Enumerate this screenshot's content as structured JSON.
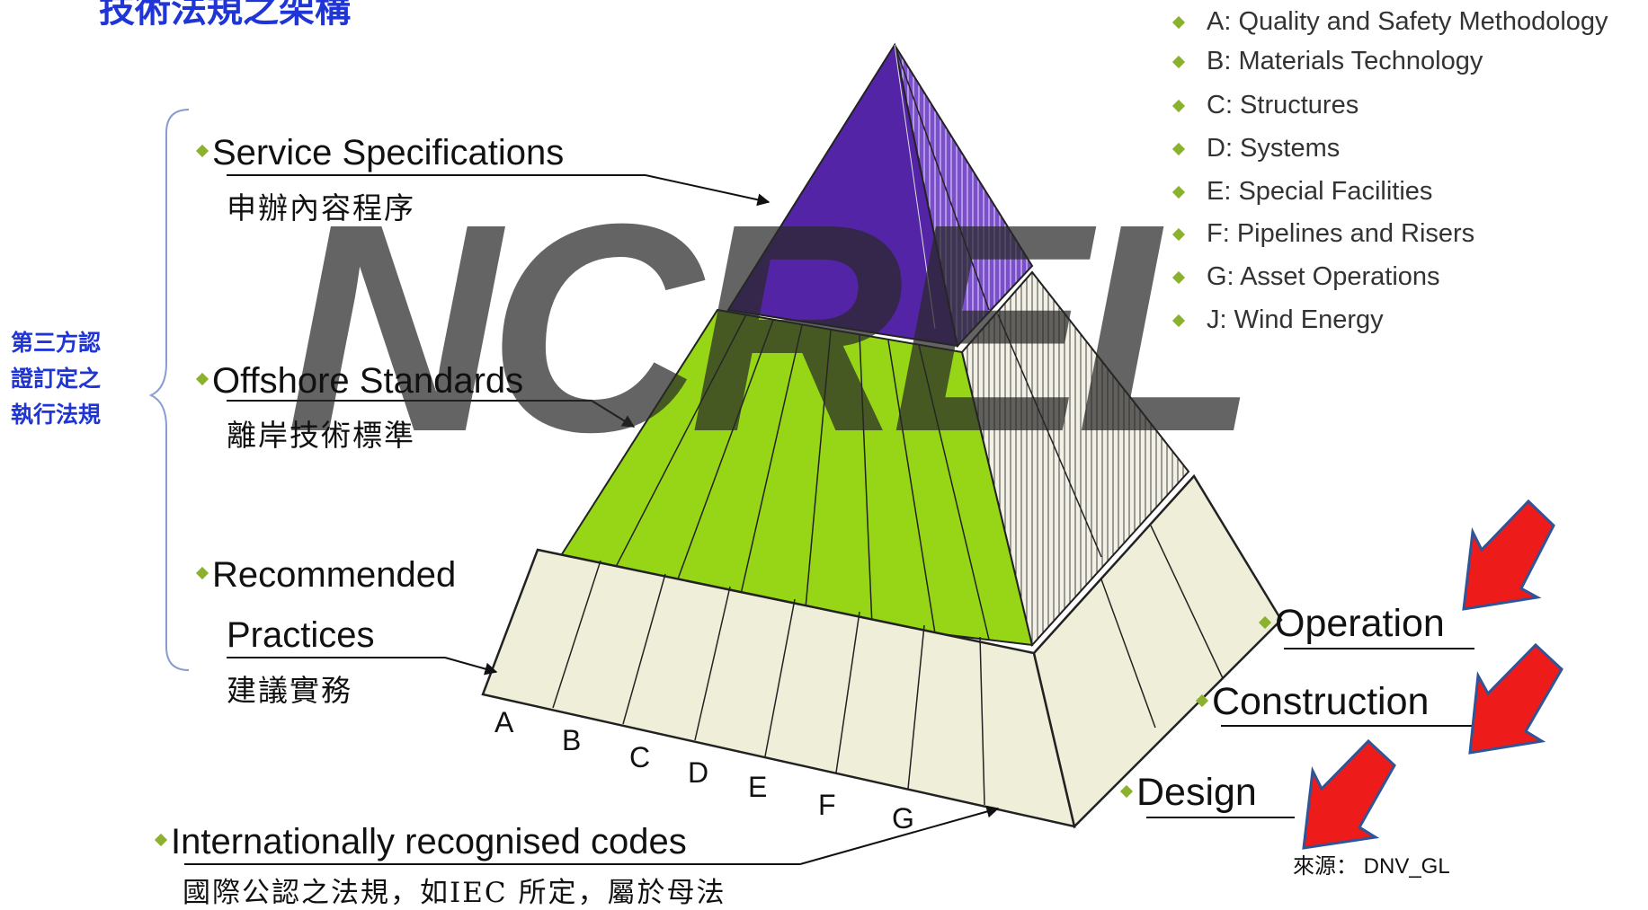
{
  "title": "技術法規之架構",
  "watermark": "NCREL",
  "categories": [
    "A: Quality and Safety Methodology",
    "B: Materials Technology",
    "C: Structures",
    "D: Systems",
    "E: Special Facilities",
    "F: Pipelines and Risers",
    "G: Asset Operations",
    "J: Wind Energy"
  ],
  "levels": {
    "service": {
      "en": "Service Specifications",
      "cn": "申辦內容程序"
    },
    "offshore": {
      "en": "Offshore Standards",
      "cn": "離岸技術標準"
    },
    "recommended": {
      "en1": "Recommended",
      "en2": "Practices",
      "cn": "建議實務"
    },
    "codes": {
      "en": "Internationally recognised codes",
      "cn": "國際公認之法規，如IEC 所定，屬於母法"
    }
  },
  "side_label": [
    "第三方認",
    "證訂定之",
    "執行法規"
  ],
  "letters": [
    "A",
    "B",
    "C",
    "D",
    "E",
    "F",
    "G"
  ],
  "stages": [
    "Operation",
    "Construction",
    "Design"
  ],
  "source": "來源： DNV_GL",
  "colors": {
    "top": "#5424a6",
    "middle": "#96d616",
    "base": "#efefd9",
    "arrow": "#ee1b1b",
    "accent": "#1f35d6",
    "bullet": "#8bb12e"
  }
}
